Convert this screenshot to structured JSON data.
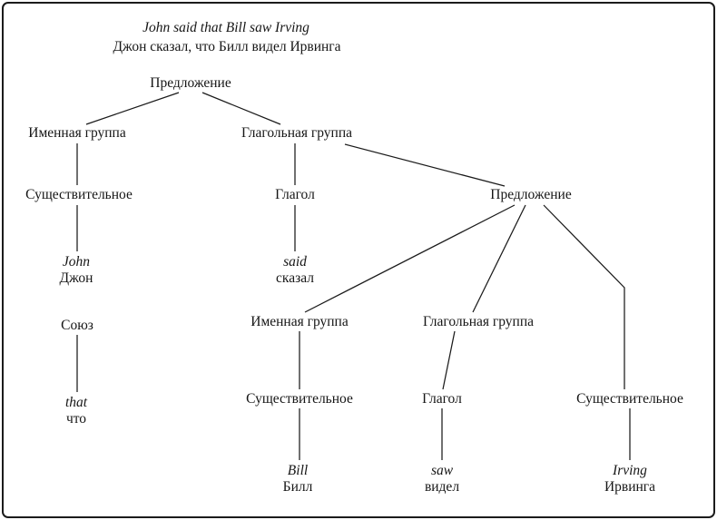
{
  "figure": {
    "title_en": "John said that Bill saw Irving",
    "title_ru": "Джон сказал, что Билл видел Ирвинга"
  },
  "nodes": {
    "s1": {
      "label": "Предложение"
    },
    "np1": {
      "label": "Именная группа"
    },
    "vp1": {
      "label": "Глагольная группа"
    },
    "n1": {
      "label": "Существительное"
    },
    "john": {
      "en": "John",
      "ru": "Джон"
    },
    "v1": {
      "label": "Глагол"
    },
    "said": {
      "en": "said",
      "ru": "сказал"
    },
    "s2": {
      "label": "Предложение"
    },
    "conj": {
      "label": "Союз"
    },
    "that": {
      "en": "that",
      "ru": "что"
    },
    "np2": {
      "label": "Именная группа"
    },
    "vp2": {
      "label": "Глагольная группа"
    },
    "n2": {
      "label": "Существительное"
    },
    "bill": {
      "en": "Bill",
      "ru": "Билл"
    },
    "v2": {
      "label": "Глагол"
    },
    "saw": {
      "en": "saw",
      "ru": "видел"
    },
    "n3": {
      "label": "Существительное"
    },
    "irving": {
      "en": "Irving",
      "ru": "Ирвинга"
    }
  },
  "edges": [
    [
      "s1",
      "np1"
    ],
    [
      "s1",
      "vp1"
    ],
    [
      "np1",
      "n1"
    ],
    [
      "n1",
      "john"
    ],
    [
      "vp1",
      "v1"
    ],
    [
      "vp1",
      "s2"
    ],
    [
      "v1",
      "said"
    ],
    [
      "s2",
      "np2"
    ],
    [
      "s2",
      "vp2"
    ],
    [
      "s2",
      "n3"
    ],
    [
      "conj",
      "that"
    ],
    [
      "np2",
      "n2"
    ],
    [
      "n2",
      "bill"
    ],
    [
      "vp2",
      "v2"
    ],
    [
      "v2",
      "saw"
    ],
    [
      "n3",
      "irving"
    ]
  ]
}
